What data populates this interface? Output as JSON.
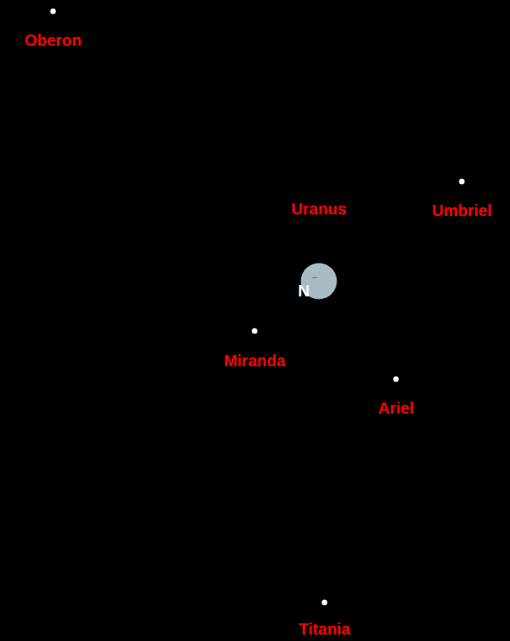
{
  "diagram": {
    "nodes": [
      {
        "text": [
          "N"
        ]
      }
    ],
    "labels": [
      "Oberon",
      "Uranus",
      "Umbriel",
      "Miranda",
      "Ariel",
      "Titania"
    ]
  }
}
